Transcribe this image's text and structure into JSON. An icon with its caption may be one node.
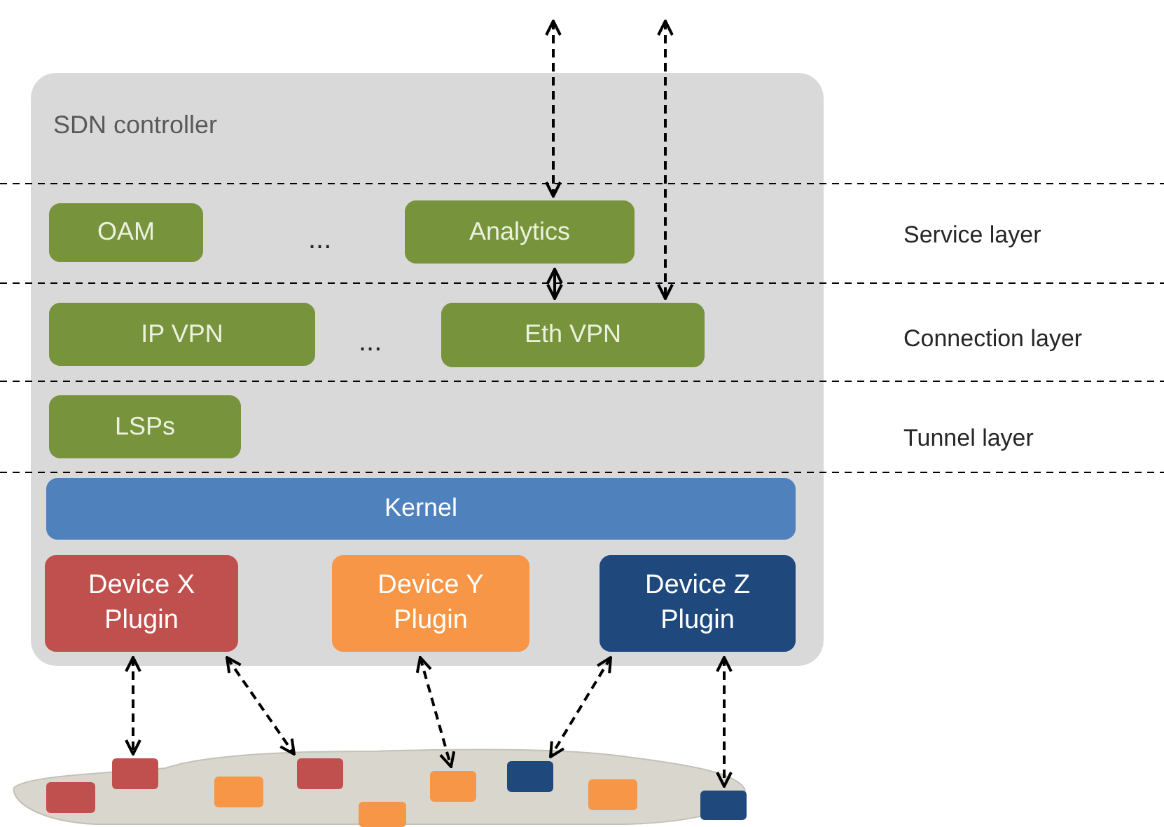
{
  "diagram": {
    "nodes": [
      {
        "text": [
          "SDN controller"
        ]
      },
      {
        "text": [
          "OAM"
        ],
        "in": 0
      },
      {
        "text": [
          "Analytics"
        ],
        "in": 0
      },
      {
        "text": [
          "IP VPN"
        ],
        "in": 0
      },
      {
        "text": [
          "Eth VPN"
        ],
        "in": 0
      },
      {
        "text": [
          "LSPs"
        ],
        "in": 0
      },
      {
        "text": [
          "Kernel"
        ],
        "in": 0
      },
      {
        "text": [
          "Device X Plugin"
        ],
        "in": 0
      },
      {
        "text": [
          "Device Y Plugin"
        ],
        "in": 0
      },
      {
        "text": [
          "Device Z Plugin"
        ],
        "in": 0
      },
      {
        "text": [],
        "shape": "cloud"
      },
      {
        "text": [],
        "shape": "box",
        "in": 10
      },
      {
        "text": [],
        "shape": "box",
        "in": 10
      },
      {
        "text": [],
        "shape": "box",
        "in": 10
      },
      {
        "text": [],
        "shape": "box",
        "in": 10
      },
      {
        "text": [],
        "shape": "box",
        "in": 10
      },
      {
        "text": [],
        "shape": "box",
        "in": 10
      },
      {
        "text": [],
        "shape": "box",
        "in": 10
      },
      {
        "text": [],
        "shape": "box",
        "in": 10
      },
      {
        "text": [],
        "shape": "box",
        "in": 10
      }
    ],
    "edges": [
      {
        "from": null,
        "to": 2,
        "arrow": "both",
        "style": "dashed"
      },
      {
        "from": null,
        "to": 4,
        "arrow": "both",
        "style": "dashed"
      },
      {
        "from": 2,
        "to": 4,
        "arrow": "both"
      },
      {
        "from": 7,
        "to": 12,
        "arrow": "both",
        "style": "dashed"
      },
      {
        "from": 7,
        "to": 14,
        "arrow": "both",
        "style": "dashed"
      },
      {
        "from": 8,
        "to": 16,
        "arrow": "both",
        "style": "dashed"
      },
      {
        "from": 9,
        "to": 17,
        "arrow": "both",
        "style": "dashed"
      },
      {
        "from": 9,
        "to": 19,
        "arrow": "both",
        "style": "dashed"
      }
    ],
    "labels": [
      "...",
      "...",
      "Service layer",
      "Connection layer",
      "Tunnel layer"
    ]
  }
}
